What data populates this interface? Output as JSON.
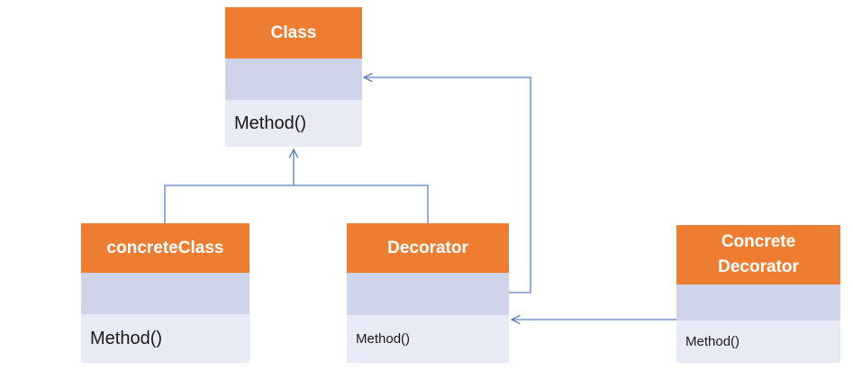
{
  "diagram": {
    "class_box": {
      "name": "Class",
      "method": "Method()"
    },
    "concrete_class_box": {
      "name": "concreteClass",
      "method": "Method()"
    },
    "decorator_box": {
      "name": "Decorator",
      "method": "Method()"
    },
    "concrete_decorator_box": {
      "name_line1": "Concrete",
      "name_line2": "Decorator",
      "method": "Method()"
    },
    "colors": {
      "header": "#ed7d31",
      "attributes": "#cfd4ea",
      "methods": "#e8ebf5",
      "connector": "#5b7fbf"
    }
  }
}
